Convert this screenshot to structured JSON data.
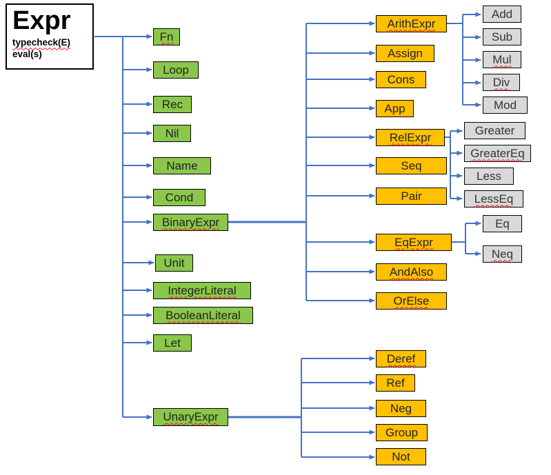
{
  "colors": {
    "node_green": "#8BC74A",
    "node_orange": "#FFC000",
    "node_gray": "#D9D9D9",
    "connector_blue": "#4472C4",
    "spellcheck_red": "#E81123"
  },
  "tree": {
    "root": {
      "title": "Expr",
      "methods": [
        "typecheck(E)",
        "eval(s)"
      ]
    },
    "expr_variants": {
      "fn": "Fn",
      "loop": "Loop",
      "rec": "Rec",
      "nil": "Nil",
      "name": "Name",
      "cond": "Cond",
      "binary_expr": "BinaryExpr",
      "unit": "Unit",
      "integer_literal": "IntegerLiteral",
      "boolean_literal": "BooleanLiteral",
      "let": "Let",
      "unary_expr": "UnaryExpr"
    },
    "binary_variants": {
      "arith_expr": "ArithExpr",
      "assign": "Assign",
      "cons": "Cons",
      "app": "App",
      "rel_expr": "RelExpr",
      "seq": "Seq",
      "pair": "Pair",
      "eq_expr": "EqExpr",
      "and_also": "AndAlso",
      "or_else": "OrElse"
    },
    "arith_ops": {
      "add": "Add",
      "sub": "Sub",
      "mul": "Mul",
      "div": "Div",
      "mod": "Mod"
    },
    "rel_ops": {
      "greater": "Greater",
      "greater_eq": "GreaterEq",
      "less": "Less",
      "less_eq": "LessEq"
    },
    "eq_ops": {
      "eq": "Eq",
      "neq": "Neq"
    },
    "unary_ops": {
      "deref": "Deref",
      "ref": "Ref",
      "neg": "Neg",
      "group": "Group",
      "not": "Not"
    }
  }
}
